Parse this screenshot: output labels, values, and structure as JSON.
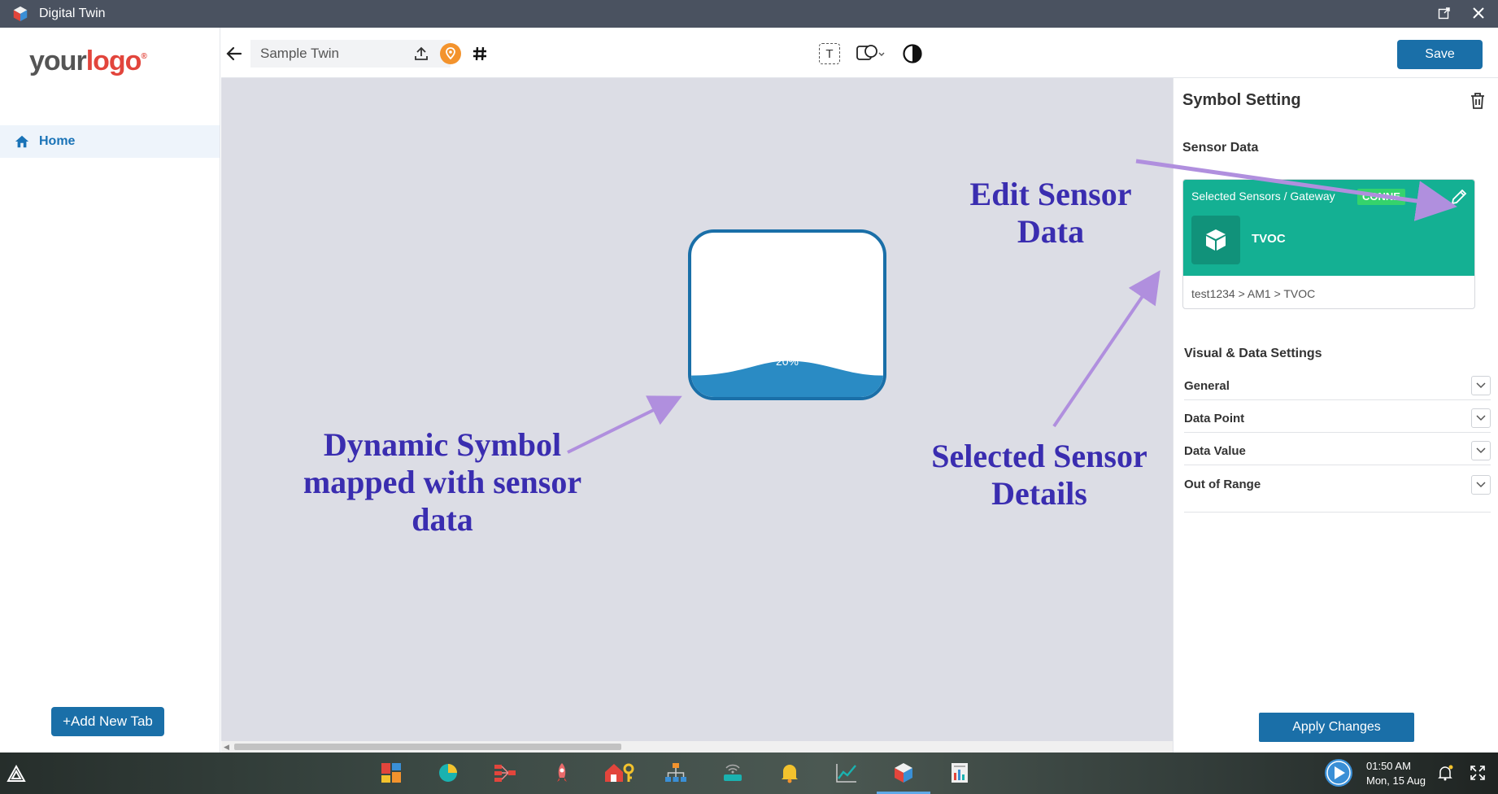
{
  "window": {
    "title": "Digital Twin"
  },
  "sidebar": {
    "logo": {
      "part1": "your",
      "part2": "logo",
      "mark": "®"
    },
    "nav": [
      {
        "label": "Home",
        "icon": "home-icon"
      }
    ],
    "add_tab_label": "+Add New Tab"
  },
  "toolbar": {
    "twin_name": "Sample Twin",
    "save_label": "Save",
    "text_tool_letter": "T",
    "icons": [
      "back-arrow-icon",
      "upload-icon",
      "location-pin-icon",
      "hash-icon",
      "text-tool-icon",
      "shapes-icon",
      "contrast-icon"
    ]
  },
  "canvas": {
    "symbol_value_label": "20%",
    "fill_level": 0.2,
    "annotations": {
      "dynamic_symbol": [
        "Dynamic Symbol",
        "mapped with sensor",
        "data"
      ],
      "edit_sensor": [
        "Edit Sensor",
        "Data"
      ],
      "selected_sensor": [
        "Selected Sensor",
        "Details"
      ]
    },
    "colors": {
      "background": "#dcdde5",
      "symbol_stroke": "#1a6fa8",
      "liquid": "#2a8bc4",
      "annotation_text": "#3a2db0",
      "arrow": "#b08fde"
    }
  },
  "panel": {
    "title": "Symbol Setting",
    "sensor_data_label": "Sensor Data",
    "sensor_card": {
      "header_label": "Selected Sensors / Gateway",
      "status_badge": "CONNE",
      "sensor_name": "TVOC",
      "path": "test1234 > AM1 > TVOC",
      "color": "#14b093"
    },
    "visual_data_settings_label": "Visual & Data Settings",
    "sections": [
      "General",
      "Data Point",
      "Data Value",
      "Out of Range"
    ],
    "apply_label": "Apply Changes"
  },
  "taskbar": {
    "time": "01:50 AM",
    "date": "Mon, 15 Aug",
    "apps": [
      "dashboard-app-icon",
      "pie-chart-app-icon",
      "workflow-app-icon",
      "rocket-app-icon",
      "home-key-app-icon",
      "hierarchy-app-icon",
      "router-app-icon",
      "alarm-bell-app-icon",
      "trend-chart-app-icon",
      "digital-twin-app-icon",
      "report-app-icon"
    ]
  }
}
